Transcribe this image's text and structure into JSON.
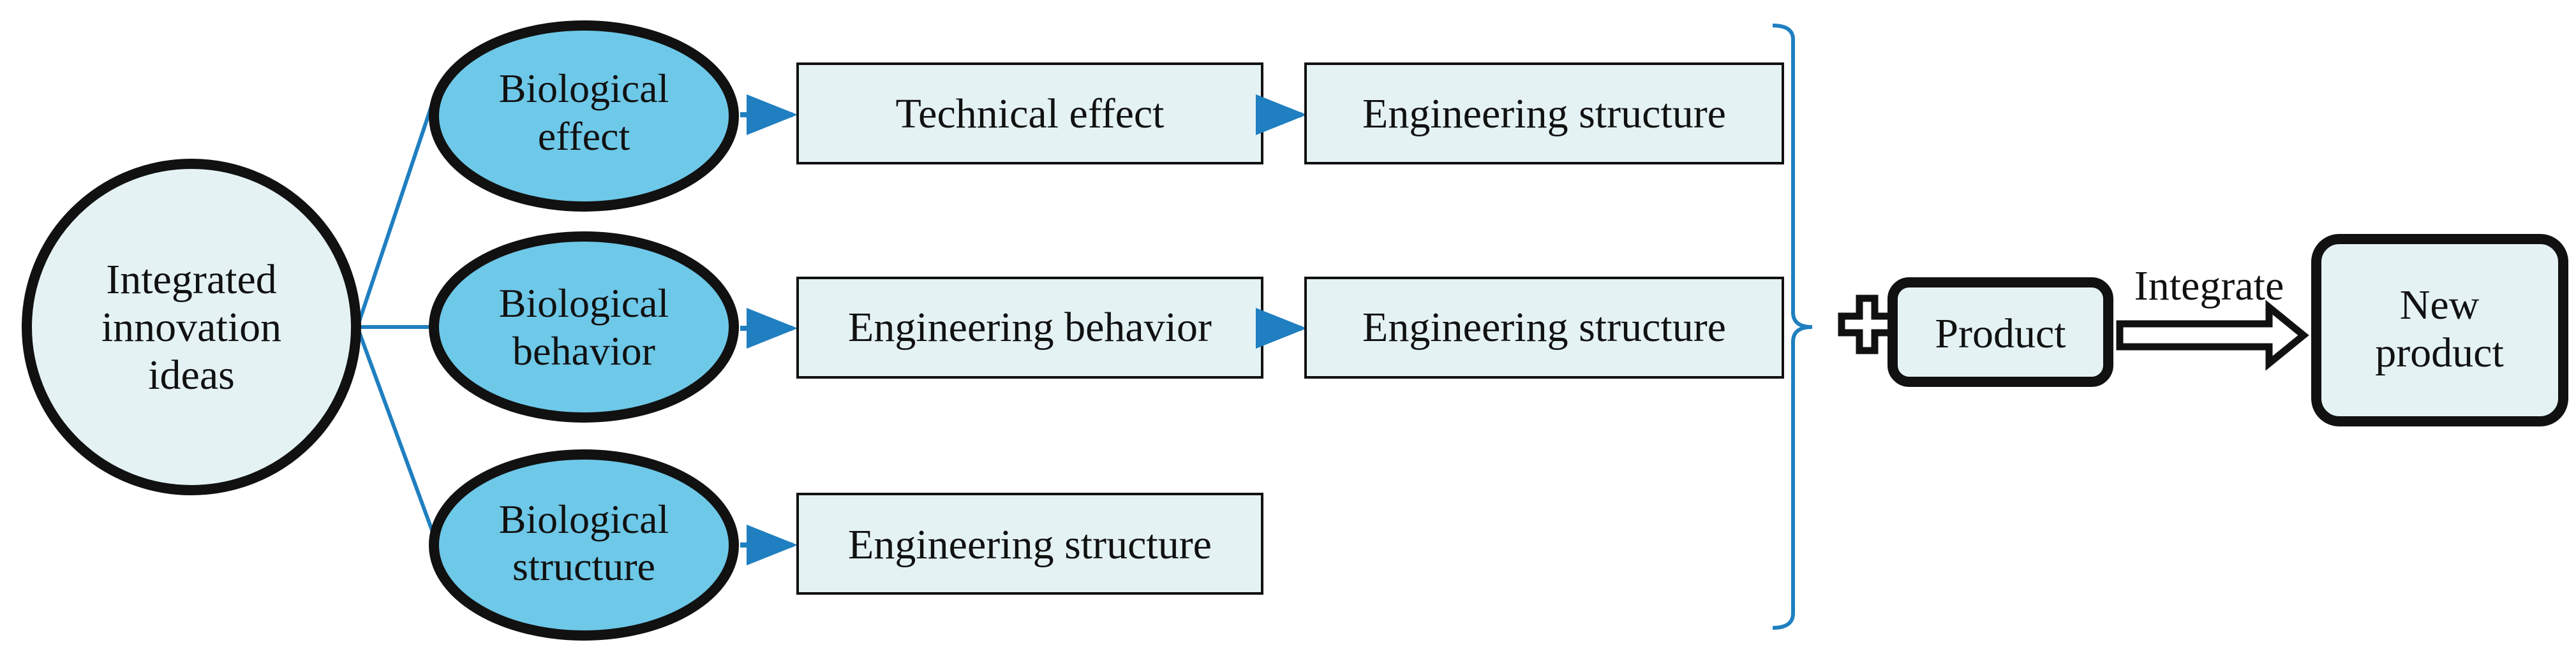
{
  "root": {
    "label_line1": "Integrated",
    "label_line2": "innovation",
    "label_line3": "ideas"
  },
  "rows": [
    {
      "bio_line1": "Biological",
      "bio_line2": "effect",
      "boxes": [
        "Technical effect",
        "Engineering structure"
      ]
    },
    {
      "bio_line1": "Biological",
      "bio_line2": "behavior",
      "boxes": [
        "Engineering behavior",
        "Engineering structure"
      ]
    },
    {
      "bio_line1": "Biological",
      "bio_line2": "structure",
      "boxes": [
        "Engineering structure"
      ]
    }
  ],
  "plus_symbol": "plus-icon",
  "product": {
    "label": "Product"
  },
  "integrate_arrow": {
    "label": "Integrate"
  },
  "new_product": {
    "label_line1": "New",
    "label_line2": "product"
  },
  "colors": {
    "ellipse_fill": "#6ec8e8",
    "light_fill": "#e4f2f4",
    "connector": "#1f7fc0",
    "outline": "#111111"
  }
}
